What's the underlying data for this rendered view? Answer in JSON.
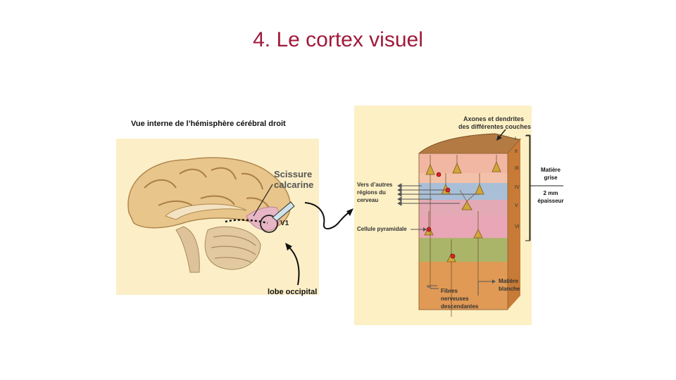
{
  "slide": {
    "title": "4. Le cortex visuel",
    "brain_caption": "Vue interne de l’hémisphère cérébral droit"
  },
  "brain": {
    "scissure_line1": "Scissure",
    "scissure_line2": "calcarine",
    "v1_label": "V1",
    "lobe_label": "lobe occipital"
  },
  "cortex": {
    "axones_line1": "Axones et dendrites",
    "axones_line2": "des différentes couches",
    "layers": [
      "I",
      "II",
      "III",
      "IV",
      "V",
      "VI"
    ],
    "vers_line1": "Vers d’autres",
    "vers_line2": "régions du",
    "vers_line3": "cerveau",
    "cellule": "Cellule pyramidale",
    "fibres_line1": "Fibres",
    "fibres_line2": "nerveuses",
    "fibres_line3": "descendantes",
    "matiere_blanche_line1": "Matière",
    "matiere_blanche_line2": "blanche"
  },
  "side_labels": {
    "matiere_grise_line1": "Matière",
    "matiere_grise_line2": "grise",
    "epaisseur_line1": "2 mm",
    "epaisseur_line2": "épaisseur"
  }
}
